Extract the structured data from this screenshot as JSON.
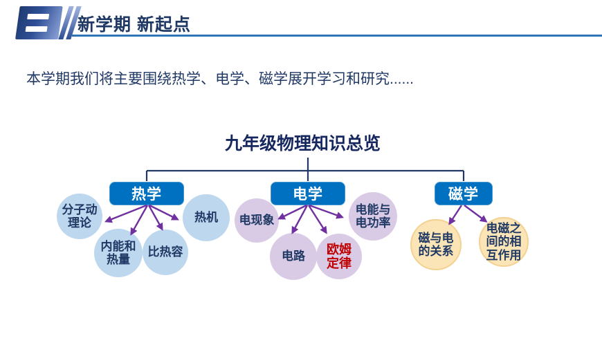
{
  "slide": {
    "header": {
      "icon": "section-two-slashes-logo",
      "title": "新学期 新起点"
    },
    "intro_text": "本学期我们将主要围绕热学、电学、磁学展开学习和研究......",
    "overview": {
      "title": "九年级物理知识总览",
      "branches": [
        {
          "label": "热学",
          "topics": [
            "分子动\n理论",
            "内能和\n热量",
            "比热容",
            "热机"
          ]
        },
        {
          "label": "电学",
          "topics": [
            "电现象",
            "电路",
            "欧姆\n定律",
            "电能与\n电功率"
          ]
        },
        {
          "label": "磁学",
          "topics": [
            "磁与电\n的关系",
            "电磁之\n间的相\n互作用"
          ]
        }
      ]
    },
    "colors": {
      "navy_text": "#1F3864",
      "header_underline": "#2E75B6",
      "branch_box_blue": "#0070C0",
      "thermology_circle": "#BDD7EE",
      "electricity_circle": "#D9CBE5",
      "magnetism_circle": "#FBE5B6",
      "arrow_purple": "#7030A0",
      "highlight_red": "#C00000"
    }
  }
}
